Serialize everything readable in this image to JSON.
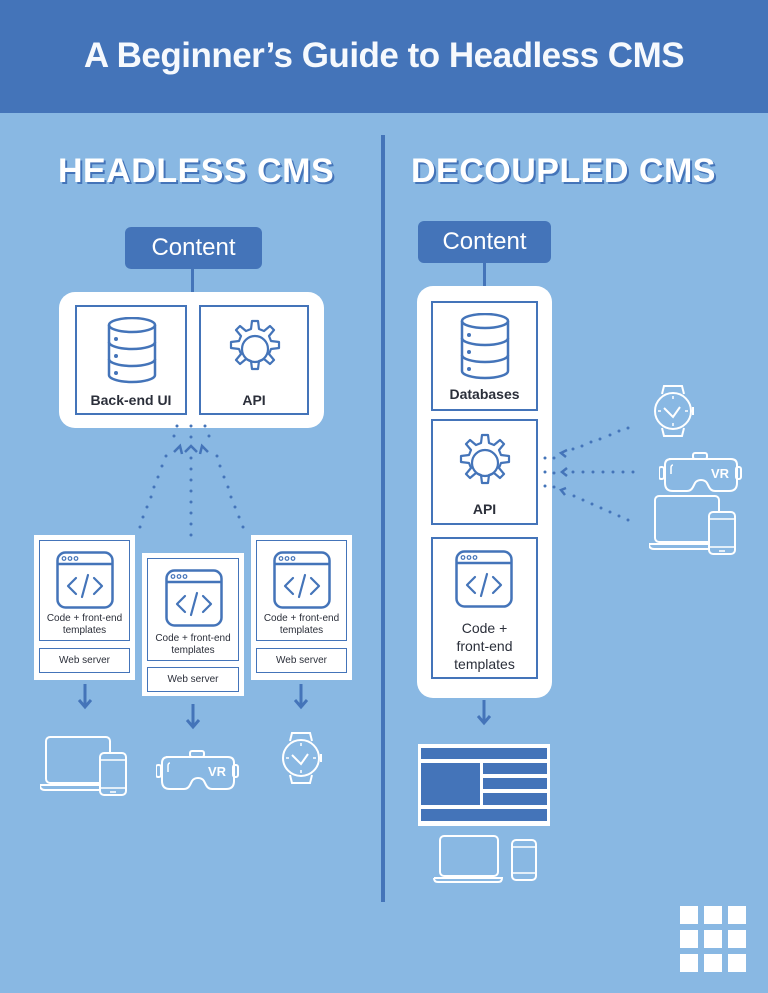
{
  "header": {
    "title": "A Beginner’s Guide to Headless CMS"
  },
  "headless": {
    "title": "HEADLESS CMS",
    "content_label": "Content",
    "backend_label": "Back-end UI",
    "api_label": "API",
    "cards": [
      {
        "code_label": "Code + front-end templates",
        "server_label": "Web server",
        "device": "laptop-phone"
      },
      {
        "code_label": "Code + front-end templates",
        "server_label": "Web server",
        "device": "vr-headset"
      },
      {
        "code_label": "Code + front-end templates",
        "server_label": "Web server",
        "device": "smartwatch"
      }
    ]
  },
  "decoupled": {
    "title": "DECOUPLED CMS",
    "content_label": "Content",
    "databases_label": "Databases",
    "api_label": "API",
    "code_label_1": "Code +",
    "code_label_2": "front-end",
    "code_label_3": "templates",
    "devices": [
      "smartwatch",
      "vr-headset",
      "laptop-phone"
    ],
    "vr_text": "VR"
  },
  "colors": {
    "dark_blue": "#4474b9",
    "light_blue": "#89b8e3",
    "white": "#ffffff"
  }
}
